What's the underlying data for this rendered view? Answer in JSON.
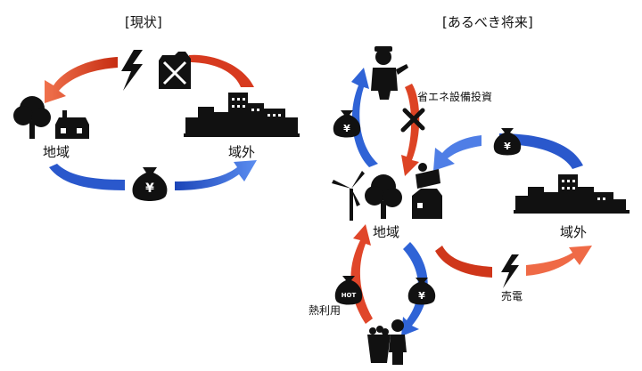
{
  "left_panel": {
    "title": "[現状]",
    "region_label": "地域",
    "outside_label": "域外"
  },
  "right_panel": {
    "title": "[あるべき将来]",
    "investment_label": "省エネ設備投資",
    "region_label": "地域",
    "outside_label": "域外",
    "electricity_sale_label": "売電",
    "heat_use_label": "熱利用"
  },
  "icon_text": {
    "yen": "¥",
    "hot": "HOT"
  },
  "colors": {
    "red_arrow": "#e2482b",
    "blue_arrow": "#2f63d6",
    "icon_black": "#111111"
  }
}
